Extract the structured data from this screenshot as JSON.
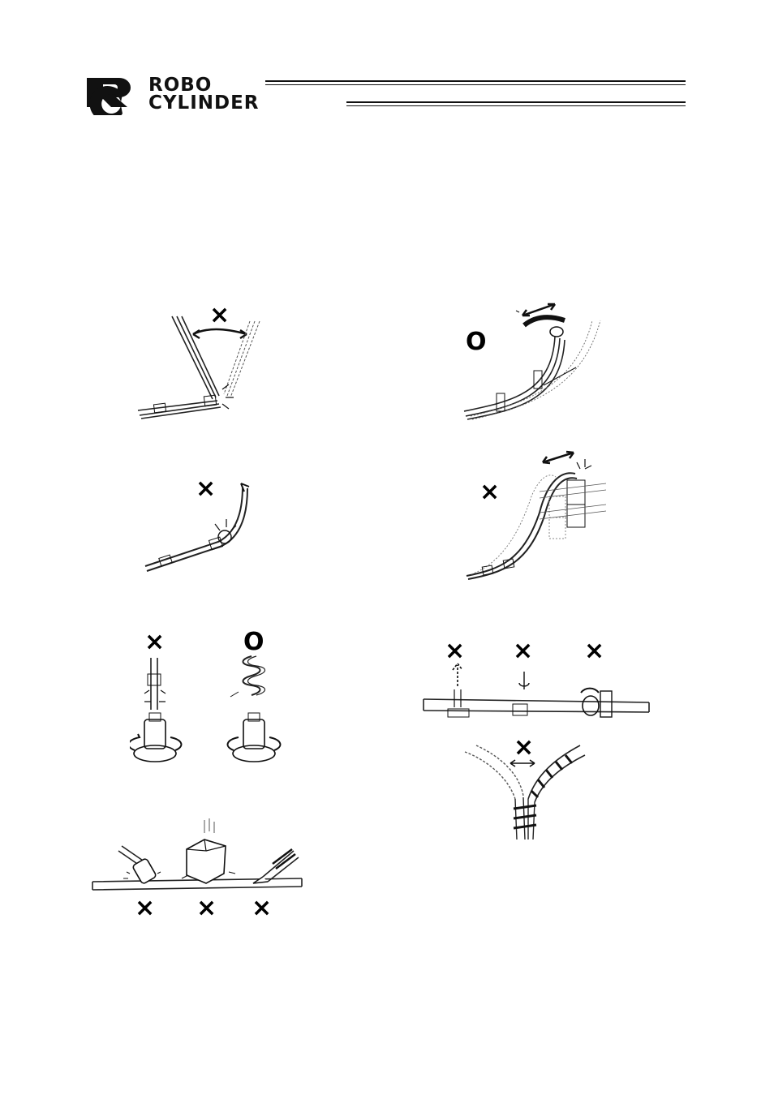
{
  "header": {
    "logo_letters": "RC",
    "brand_line1": "ROBO",
    "brand_line2": "CYLINDER"
  },
  "marks": {
    "bad": "×",
    "good": "O"
  },
  "figures": [
    {
      "id": "bend-at-clamp",
      "verdict": "bad"
    },
    {
      "id": "flex-with-support",
      "verdict": "good"
    },
    {
      "id": "kink-near-clamp",
      "verdict": "bad"
    },
    {
      "id": "flex-fixed-to-terminal",
      "verdict": "bad"
    },
    {
      "id": "twist-on-rotation",
      "verdict": "bad"
    },
    {
      "id": "coiled-on-rotation",
      "verdict": "good"
    },
    {
      "id": "clamp-misuse",
      "verdicts": [
        "bad",
        "bad",
        "bad"
      ]
    },
    {
      "id": "spiral-tube-split",
      "verdict": "bad"
    },
    {
      "id": "impact-pressure-cut",
      "verdicts": [
        "bad",
        "bad",
        "bad"
      ]
    }
  ]
}
